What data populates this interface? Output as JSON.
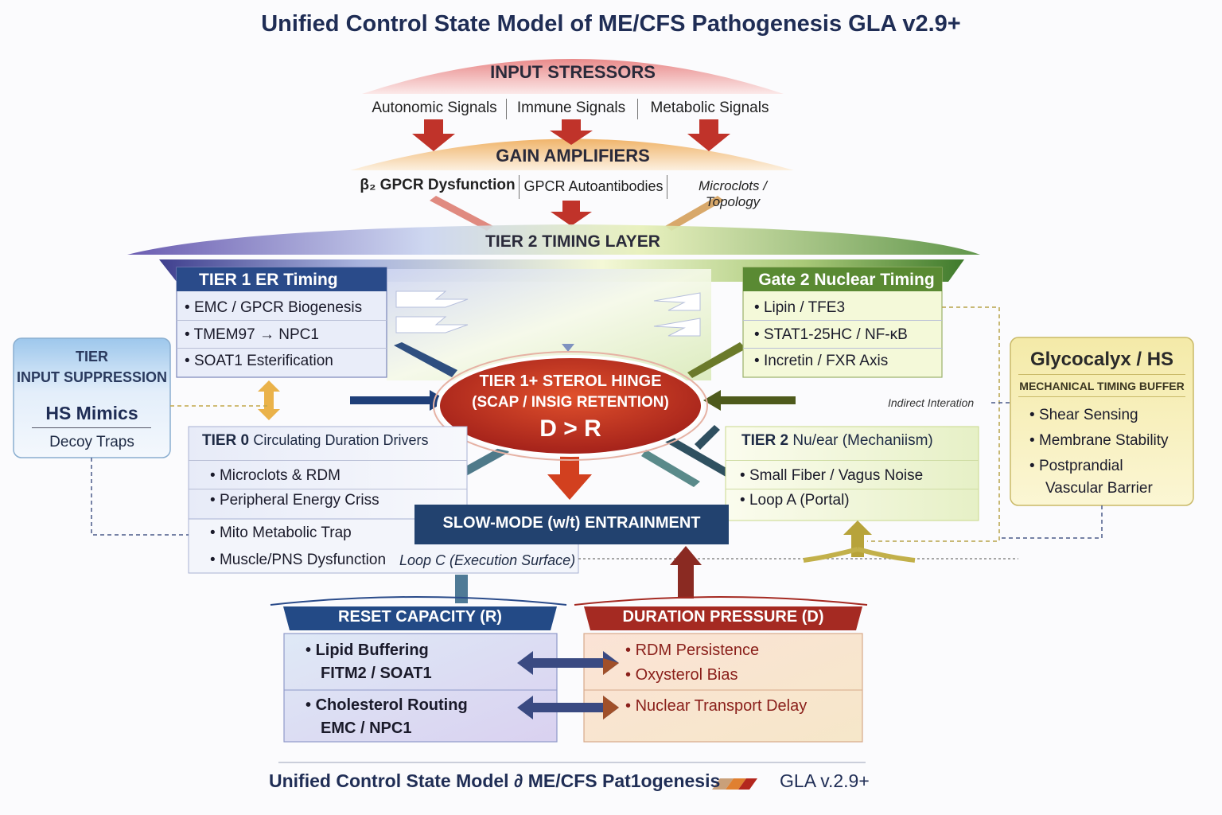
{
  "title": "Unified Control State Model of ME/CFS Pathogenesis GLA v2.9+",
  "input_stressors": {
    "label": "INPUT STRESSORS",
    "signals": [
      "Autonomic Signals",
      "Immune Signals",
      "Metabolic Signals"
    ]
  },
  "gain_amplifiers": {
    "label": "GAIN AMPLIFIERS",
    "items": [
      "β₂ GPCR Dysfunction",
      "GPCR Autoantibodies",
      "Microclots / Topology"
    ]
  },
  "tier2_layer": {
    "label": "TIER 2 TIMING LAYER"
  },
  "tier1_er": {
    "header": "TIER 1 ER Timing",
    "items": [
      "EMC / GPCR Biogenesis",
      "TMEM97 → NPC1",
      "SOAT1 Esterification"
    ]
  },
  "gate2": {
    "header": "Gate 2 Nuclear Timing",
    "items": [
      "Lipin / TFE3",
      "STAT1-25HC / NF-κB",
      "Incretin / FXR Axis"
    ]
  },
  "input_suppression": {
    "tier": "TIER",
    "label": "INPUT SUPPRESSION",
    "title": "HS Mimics",
    "sub": "Decoy Traps"
  },
  "glycocalyx": {
    "title": "Glycocalyx / HS",
    "subtitle": "MECHANICAL TIMING BUFFER",
    "items": [
      "Shear Sensing",
      "Membrane Stability",
      "Postprandial",
      "Vascular Barrier"
    ]
  },
  "hinge": {
    "line1": "TIER 1+ STEROL HINGE",
    "line2": "(SCAP / INSIG RETENTION)",
    "line3": "D > R"
  },
  "indirect": "Indirect Interation",
  "tier0": {
    "header_bold": "TIER 0",
    "header_rest": "Circulating Duration Drivers",
    "items": [
      "Microclots & RDM",
      "Peripheral Energy Criss",
      "Mito Metabolic Trap",
      "Muscle/PNS Dysfunction"
    ],
    "loop_c": "Loop C (Execution Surface)"
  },
  "tier2_nuclear": {
    "header_bold": "TIER 2",
    "header_rest": "Nu/ear (Mechaniism)",
    "items": [
      "Small Fiber / Vagus Noise",
      "Loop A (Portal)"
    ]
  },
  "slow_mode": "SLOW-MODE (w/t) ENTRAINMENT",
  "reset": {
    "header": "RESET CAPACITY (R)",
    "items": [
      {
        "a": "Lipid Buffering",
        "b": "FITM2 / SOAT1"
      },
      {
        "a": "Cholesterol Routing",
        "b": "EMC / NPC1"
      }
    ]
  },
  "duration": {
    "header": "DURATION PRESSURE (D)",
    "items": [
      "RDM Persistence",
      "Oxysterol Bias",
      "Nuclear Transport Delay"
    ]
  },
  "footer": {
    "main": "Unified Control State Model ∂ ME/CFS Pat1ogenesis",
    "version": "GLA v.2.9+"
  },
  "colors": {
    "navy": "#1f3f79",
    "green": "#5f8a33",
    "red": "#b3261e",
    "hinge": "#c0341c",
    "duration": "#a52a22"
  }
}
